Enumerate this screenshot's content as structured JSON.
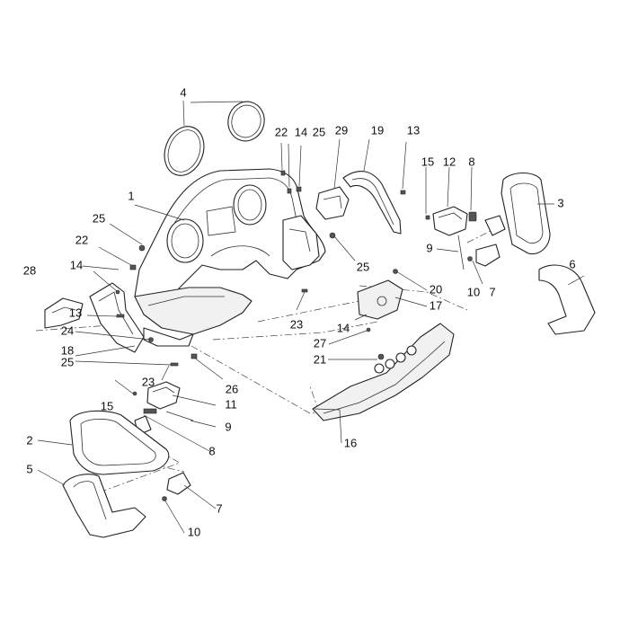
{
  "callouts": [
    {
      "id": "c4",
      "text": "4"
    },
    {
      "id": "c22a",
      "text": "22"
    },
    {
      "id": "c14a",
      "text": "14"
    },
    {
      "id": "c25a",
      "text": "25"
    },
    {
      "id": "c29",
      "text": "29"
    },
    {
      "id": "c19",
      "text": "19"
    },
    {
      "id": "c13a",
      "text": "13"
    },
    {
      "id": "c15a",
      "text": "15"
    },
    {
      "id": "c12",
      "text": "12"
    },
    {
      "id": "c8a",
      "text": "8"
    },
    {
      "id": "c3",
      "text": "3"
    },
    {
      "id": "c1",
      "text": "1"
    },
    {
      "id": "c25b",
      "text": "25"
    },
    {
      "id": "c22b",
      "text": "22"
    },
    {
      "id": "c9a",
      "text": "9"
    },
    {
      "id": "c25c",
      "text": "25"
    },
    {
      "id": "c28",
      "text": "28"
    },
    {
      "id": "c14b",
      "text": "14"
    },
    {
      "id": "c20",
      "text": "20"
    },
    {
      "id": "c10a",
      "text": "10"
    },
    {
      "id": "c7a",
      "text": "7"
    },
    {
      "id": "c6",
      "text": "6"
    },
    {
      "id": "c17",
      "text": "17"
    },
    {
      "id": "c23a",
      "text": "23"
    },
    {
      "id": "c13b",
      "text": "13"
    },
    {
      "id": "c14c",
      "text": "14"
    },
    {
      "id": "c24",
      "text": "24"
    },
    {
      "id": "c27",
      "text": "27"
    },
    {
      "id": "c18",
      "text": "18"
    },
    {
      "id": "c21",
      "text": "21"
    },
    {
      "id": "c25d",
      "text": "25"
    },
    {
      "id": "c23b",
      "text": "23"
    },
    {
      "id": "c26",
      "text": "26"
    },
    {
      "id": "c15b",
      "text": "15"
    },
    {
      "id": "c11",
      "text": "11"
    },
    {
      "id": "c9b",
      "text": "9"
    },
    {
      "id": "c16",
      "text": "16"
    },
    {
      "id": "c2",
      "text": "2"
    },
    {
      "id": "c8b",
      "text": "8"
    },
    {
      "id": "c5",
      "text": "5"
    },
    {
      "id": "c7b",
      "text": "7"
    },
    {
      "id": "c10b",
      "text": "10"
    }
  ]
}
